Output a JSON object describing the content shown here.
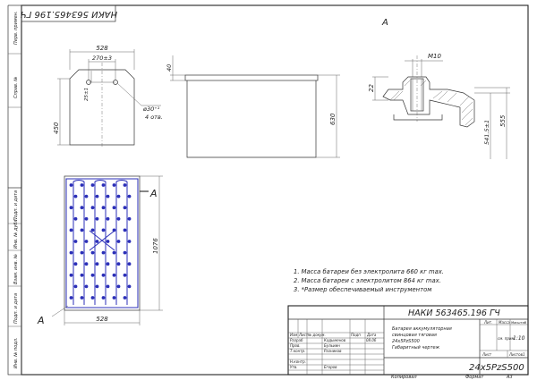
{
  "stamp_code": "НАКИ 563465.196 ГЧ",
  "side_labels": [
    "Перв. примен.",
    "Справ. №",
    "Подп. и дата",
    "Инв. № дубл.",
    "Взам. инв. №",
    "Подп. и дата",
    "Инв. № подл."
  ],
  "section_label": "A",
  "dimensions": {
    "top_width": "528",
    "top_inner": "270±3",
    "top_offset": "25±1",
    "hole_dia": "ø30⁺¹",
    "hole_count": "4 отв.",
    "top_height": "450",
    "side_lid": "40",
    "side_height": "630",
    "thread": "M10",
    "detail_22": "22",
    "detail_5415": "541.5±1",
    "detail_555": "555",
    "plan_height": "1076",
    "plan_width": "528"
  },
  "notes": [
    "1. Масса батареи без электролита 660 кг max.",
    "2. Масса батареи с электролитом 864 кг max.",
    "3. *Размер обеспечиваемый инструментом"
  ],
  "title_block": {
    "code": "НАКИ 563465.196 ГЧ",
    "product_lines": [
      "Батарея аккумуляторная",
      "свинцовая тяговая",
      "24х5PzS500",
      "Габаритный чертеж"
    ],
    "designation": "24х5PzS500",
    "col_lit": "Лит.",
    "col_mass": "Масса",
    "col_scale": "Масштаб",
    "scale": "1:10",
    "mass_value": "см. прим",
    "sheet_label": "Лист",
    "sheets_label": "Листов",
    "sheets_value": "1",
    "header_cells": [
      "Изм",
      "Лист",
      "№ докум.",
      "Подп",
      "Дата"
    ],
    "roles": [
      "Разраб",
      "Пров.",
      "Т.контр.",
      "Н.контр.",
      "Утв."
    ],
    "names": [
      "Кадыменов",
      "Бульиин",
      "Разников",
      "",
      "Егоров"
    ],
    "date_value": "08.06",
    "copied": "Копировал",
    "format": "Формат",
    "format_value": "А3"
  }
}
